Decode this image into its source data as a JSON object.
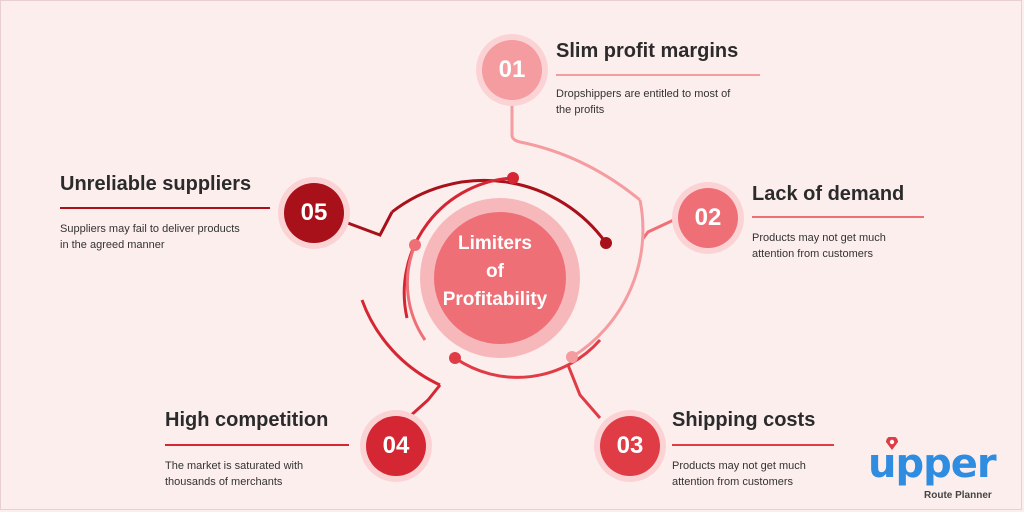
{
  "center": {
    "line1": "Limiters",
    "line2": "of",
    "line3": "Profitability"
  },
  "items": [
    {
      "number": "01",
      "title": "Slim profit margins",
      "desc_line1": "Dropshippers are entitled to most of",
      "desc_line2": "the profits",
      "color": "#f49ca0"
    },
    {
      "number": "02",
      "title": "Lack of demand",
      "desc_line1": "Products may not get much",
      "desc_line2": "attention from customers",
      "color": "#ef6f77"
    },
    {
      "number": "03",
      "title": "Shipping costs",
      "desc_line1": "Products may not get much",
      "desc_line2": "attention from customers",
      "color": "#e03c46"
    },
    {
      "number": "04",
      "title": "High competition",
      "desc_line1": "The market is saturated with",
      "desc_line2": "thousands of merchants",
      "color": "#d42733"
    },
    {
      "number": "05",
      "title": "Unreliable suppliers",
      "desc_line1": "Suppliers may fail to deliver products",
      "desc_line2": "in the agreed manner",
      "color": "#a8101a"
    }
  ],
  "logo": {
    "word": "upper",
    "subtitle": "Route Planner"
  },
  "colors": {
    "background": "#fdeeee",
    "center_fill": "#ef6f77",
    "center_halo": "#f7b8bb"
  }
}
